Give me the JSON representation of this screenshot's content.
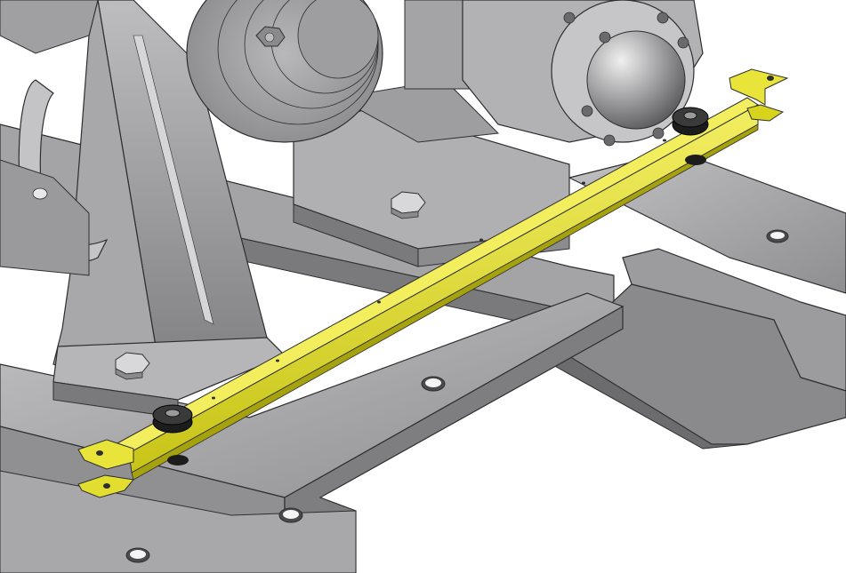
{
  "viewport": {
    "background": "#ffffff",
    "render_style": "shaded-with-edges"
  },
  "colors": {
    "steel_light": "#b4b4b6",
    "steel_mid": "#9a9a9c",
    "steel_dark": "#6e6e70",
    "steel_shadow": "#56565a",
    "edge": "#2e2e30",
    "bracket_yellow": "#d8d41e",
    "bracket_yellow_dark": "#a6a20e",
    "bracket_yellow_light": "#eeea58",
    "rubber_black": "#1c1c1c"
  },
  "parts": [
    {
      "id": "base-rail-front",
      "icon": "i-beam-rail",
      "material": "steel"
    },
    {
      "id": "base-rail-right",
      "icon": "i-beam-rail",
      "material": "steel"
    },
    {
      "id": "base-rail-back",
      "icon": "channel-rail",
      "material": "steel"
    },
    {
      "id": "bearing-pedestal",
      "icon": "pedestal-support",
      "material": "steel"
    },
    {
      "id": "motor-mount-block",
      "icon": "mount-block",
      "material": "steel"
    },
    {
      "id": "pulley-sheave",
      "icon": "v-belt-pulley",
      "material": "steel"
    },
    {
      "id": "motor-housing",
      "icon": "motor",
      "material": "steel"
    },
    {
      "id": "lifting-handle",
      "icon": "handle",
      "material": "steel"
    },
    {
      "id": "hex-bolts",
      "icon": "hex-bolt",
      "material": "steel",
      "count": 3
    },
    {
      "id": "sensor-bracket-bar",
      "icon": "angle-bracket",
      "material": "yellow-painted"
    },
    {
      "id": "vibration-isolators",
      "icon": "rubber-mount",
      "material": "rubber",
      "count": 2
    }
  ]
}
